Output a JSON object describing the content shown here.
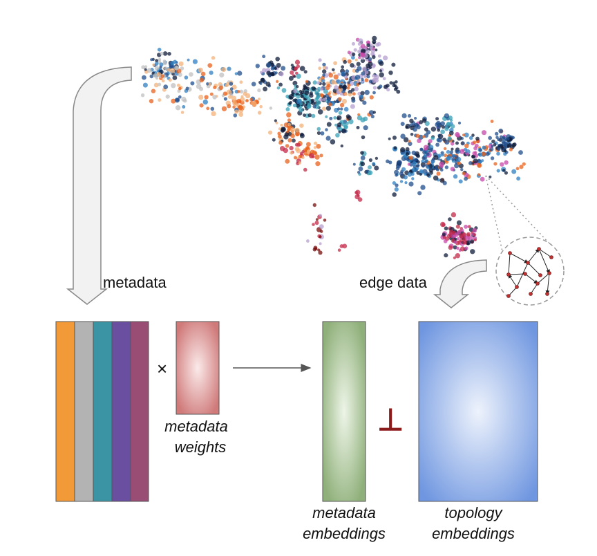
{
  "labels": {
    "metadata": "metadata",
    "edge_data": "edge data",
    "times": "×",
    "perp": "⊥",
    "metadata_weights_1": "metadata",
    "metadata_weights_2": "weights",
    "metadata_embeddings_1": "metadata",
    "metadata_embeddings_2": "embeddings",
    "topology_embeddings_1": "topology",
    "topology_embeddings_2": "embeddings"
  },
  "colors": {
    "metadata_columns": [
      "#f29a38",
      "#b3b3b3",
      "#3a94a3",
      "#6a4fa0",
      "#9a4d74"
    ],
    "weights_fill": "#d07a7a",
    "metadata_embedding_fill": "#8fb07a",
    "topology_embedding_fill": "#6f96e0",
    "perp_color": "#8b1a1a",
    "scatter_palette": [
      "#1f4e8c",
      "#0d1b3a",
      "#2f7fc0",
      "#3aa0b5",
      "#f4b27a",
      "#e8611c",
      "#c42a4a",
      "#c54aa8",
      "#b6a0d0",
      "#c0c0c0",
      "#7a0e0e"
    ]
  },
  "icons": [
    "curved-arrow-left",
    "curved-arrow-right",
    "network-graph-icon"
  ]
}
